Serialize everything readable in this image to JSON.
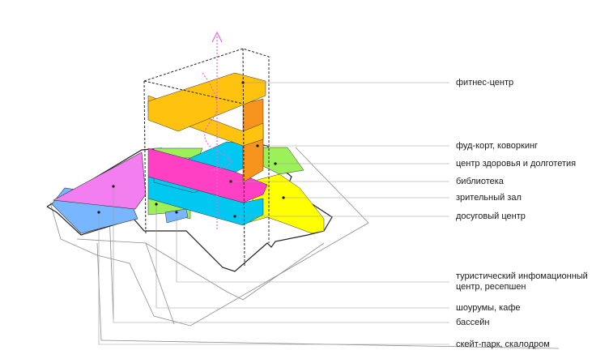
{
  "labels": {
    "fitness": "фитнес-центр",
    "foodcourt": "фуд-корт, коворкинг",
    "health": "центр здоровья и долготетия",
    "library": "библиотека",
    "auditorium": "зрительный зал",
    "leisure": "досуговый центр",
    "tourist": "туристический инфомационный центр, ресепшен",
    "showrooms": "шоурумы, кафе",
    "pool": "бассейн",
    "skate": "скейт-парк, скалодром"
  },
  "colors": {
    "orange_yellow": "#ffc20e",
    "orange": "#f7941d",
    "cyan": "#00c8f0",
    "magenta": "#ff3fc4",
    "light_magenta": "#f27ef0",
    "light_blue": "#6fb7ff",
    "green": "#9cf05a",
    "yellow": "#ffff00",
    "arrow": "#ee66dd",
    "leader": "#999999"
  }
}
